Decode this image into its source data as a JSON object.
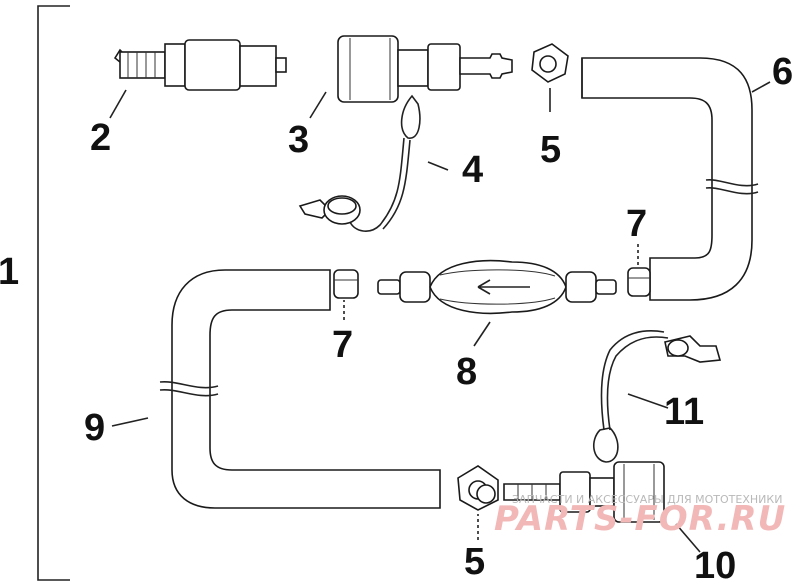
{
  "diagram": {
    "callouts": {
      "c1": "1",
      "c2": "2",
      "c3": "3",
      "c4": "4",
      "c5a": "5",
      "c5b": "5",
      "c6": "6",
      "c7a": "7",
      "c7b": "7",
      "c8": "8",
      "c9": "9",
      "c10": "10",
      "c11": "11"
    },
    "watermark": {
      "tagline": "ЗАПЧАСТИ И АКСЕССУАРЫ ДЛЯ МОТОТЕХНИКИ",
      "brand": "PARTS-FOR.RU"
    },
    "colors": {
      "ink": "#1a1a1a",
      "watermark": "#f2b8b8"
    }
  }
}
